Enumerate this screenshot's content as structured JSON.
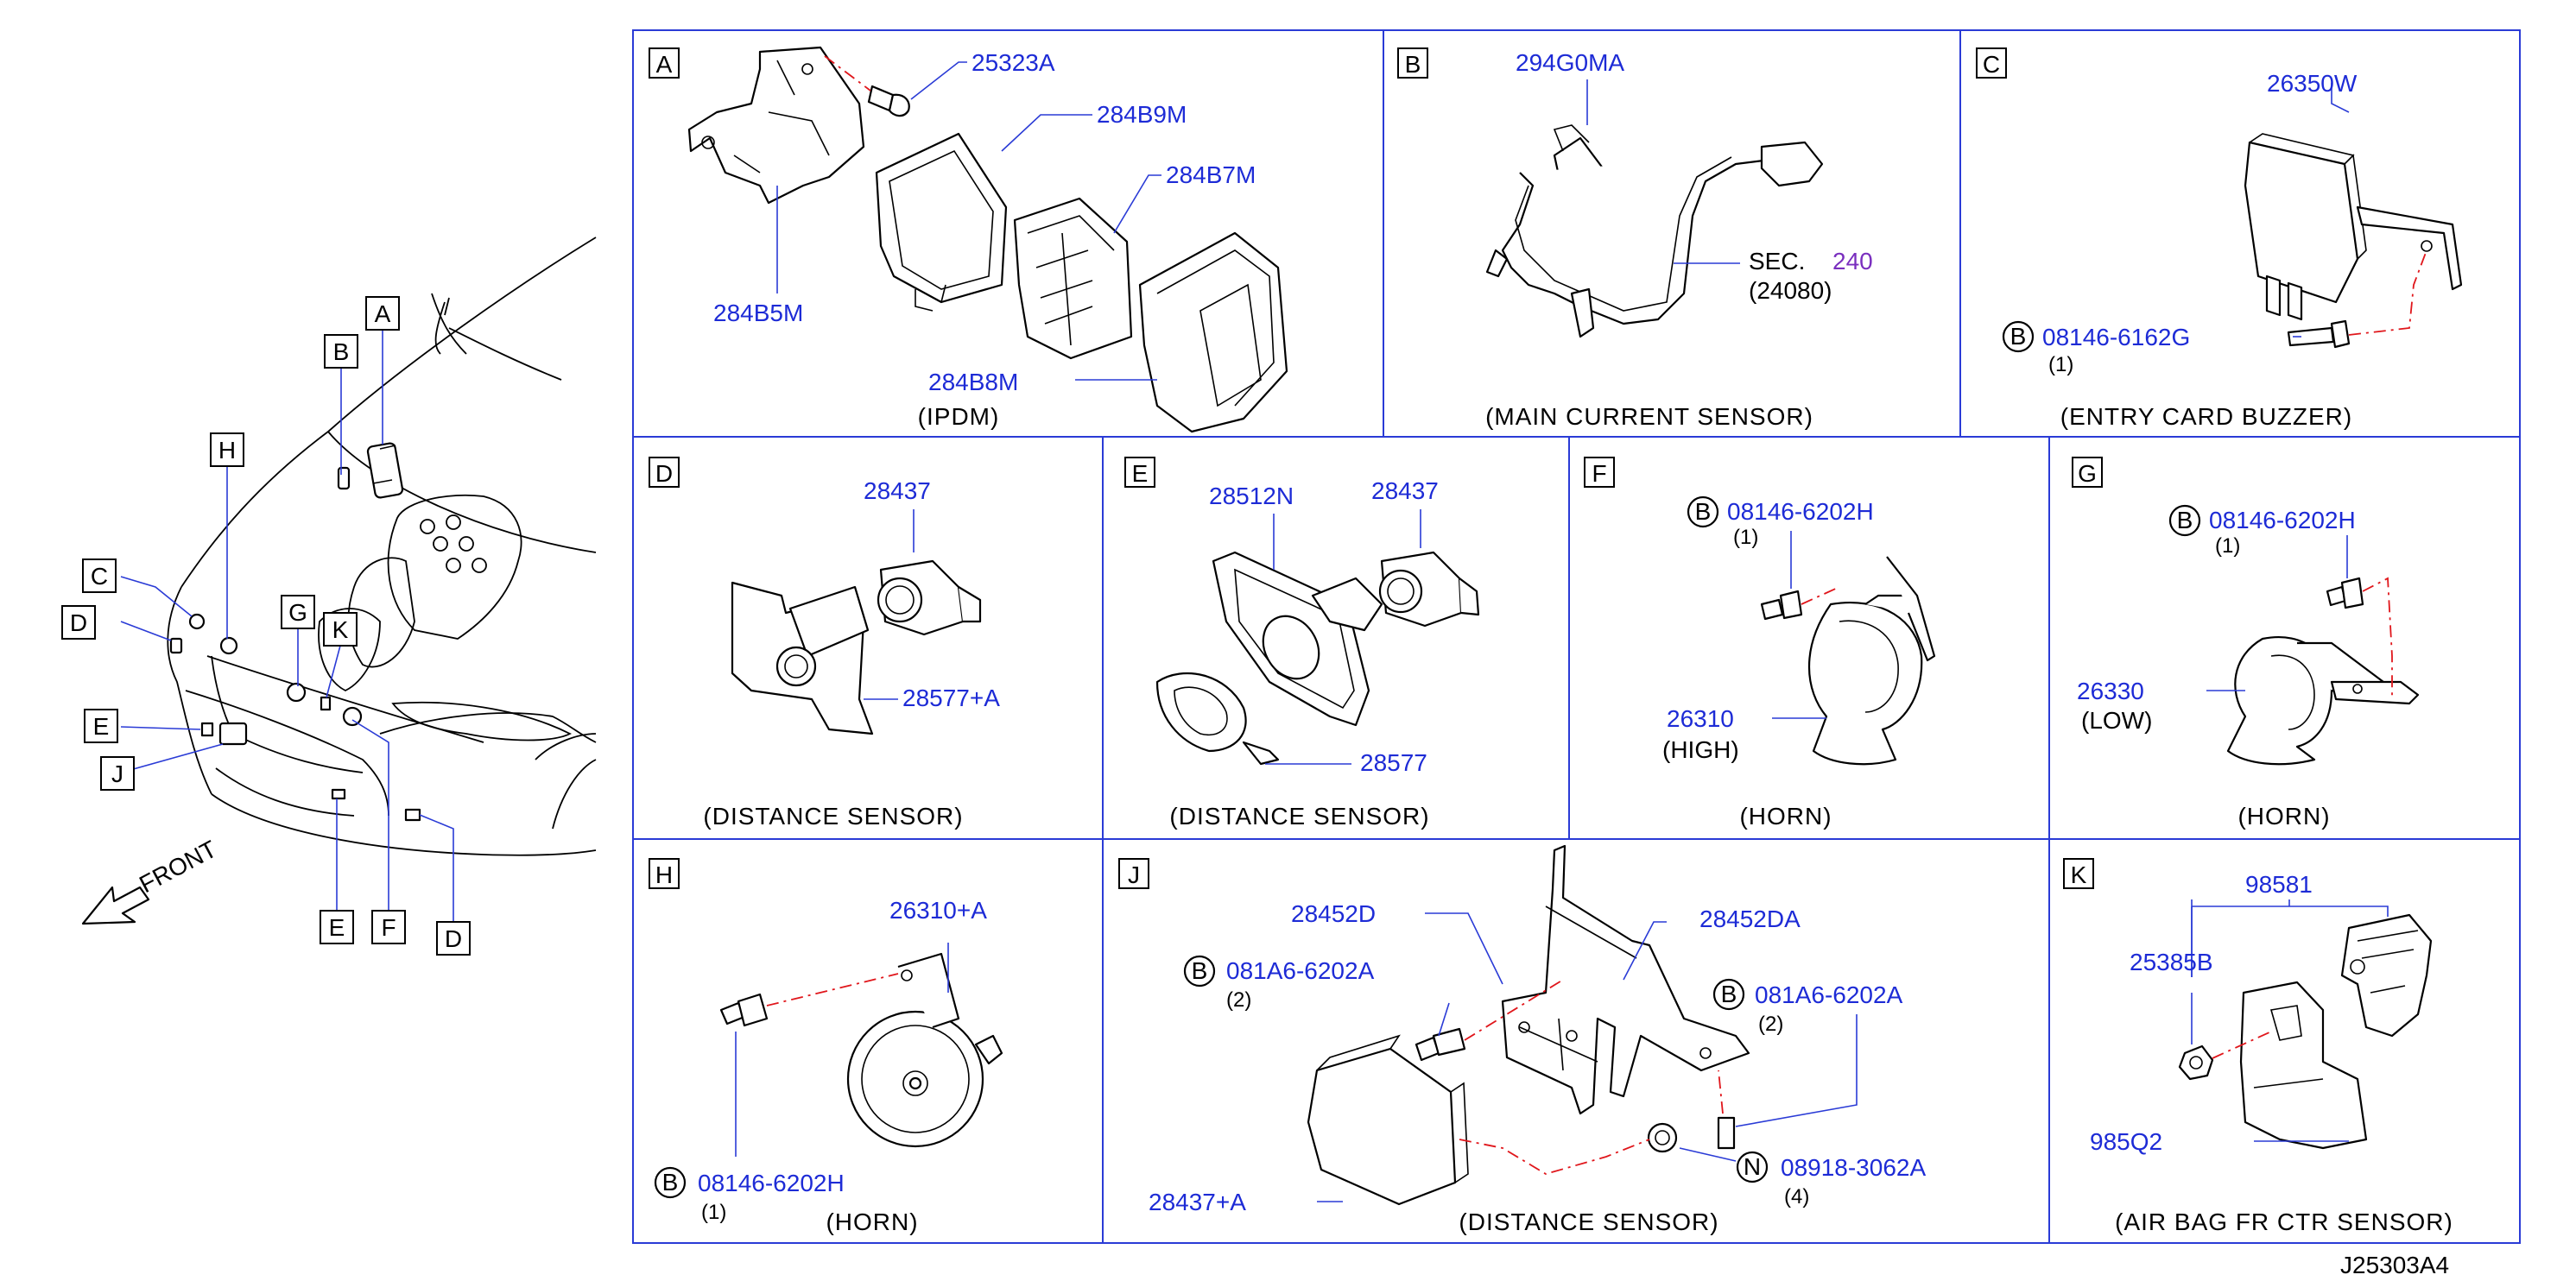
{
  "diagram_id": "J25303A4",
  "overview": {
    "front_label": "FRONT",
    "letters": [
      "A",
      "B",
      "H",
      "C",
      "D",
      "G",
      "K",
      "E",
      "J",
      "E",
      "F",
      "D"
    ]
  },
  "panels": {
    "A": {
      "letter": "A",
      "caption": "(IPDM)",
      "parts": [
        "25323A",
        "284B9M",
        "284B7M",
        "284B5M",
        "284B8M"
      ]
    },
    "B": {
      "letter": "B",
      "caption": "(MAIN   CURRENT   SENSOR)",
      "parts": [
        "294G0MA"
      ],
      "sec_prefix": "SEC.",
      "sec_number": "240",
      "sec_ref": "(24080)"
    },
    "C": {
      "letter": "C",
      "caption": "(ENTRY   CARD   BUZZER)",
      "parts": [
        "26350W",
        "08146-6162G"
      ],
      "bolt_tag": "B",
      "qty": "(1)"
    },
    "D": {
      "letter": "D",
      "caption": "(DISTANCE   SENSOR)",
      "parts": [
        "28437",
        "28577+A"
      ]
    },
    "E": {
      "letter": "E",
      "caption": "(DISTANCE   SENSOR)",
      "parts": [
        "28512N",
        "28437",
        "28577"
      ]
    },
    "F": {
      "letter": "F",
      "caption": "(HORN)",
      "parts": [
        "08146-6202H",
        "26310"
      ],
      "bolt_tag": "B",
      "qty": "(1)",
      "note": "(HIGH)"
    },
    "G": {
      "letter": "G",
      "caption": "(HORN)",
      "parts": [
        "08146-6202H",
        "26330"
      ],
      "bolt_tag": "B",
      "qty": "(1)",
      "note": "(LOW)"
    },
    "H": {
      "letter": "H",
      "caption": "(HORN)",
      "parts": [
        "26310+A",
        "08146-6202H"
      ],
      "bolt_tag": "B",
      "qty": "(1)"
    },
    "J": {
      "letter": "J",
      "caption": "(DISTANCE   SENSOR)",
      "parts": [
        "28452D",
        "28452DA",
        "081A6-6202A",
        "081A6-6202A",
        "08918-3062A",
        "28437+A"
      ],
      "bolt_tag_1": "B",
      "qty_1": "(2)",
      "bolt_tag_2": "B",
      "qty_2": "(2)",
      "nut_tag": "N",
      "qty_3": "(4)"
    },
    "K": {
      "letter": "K",
      "caption": "(AIR   BAG   FR   CTR   SENSOR)",
      "parts": [
        "98581",
        "25385B",
        "985Q2"
      ]
    }
  },
  "colors": {
    "part_number": "#1d2bd6",
    "frame": "#2a3bd6",
    "centerline": "#e0161b",
    "section_number": "#7a2fbf"
  }
}
